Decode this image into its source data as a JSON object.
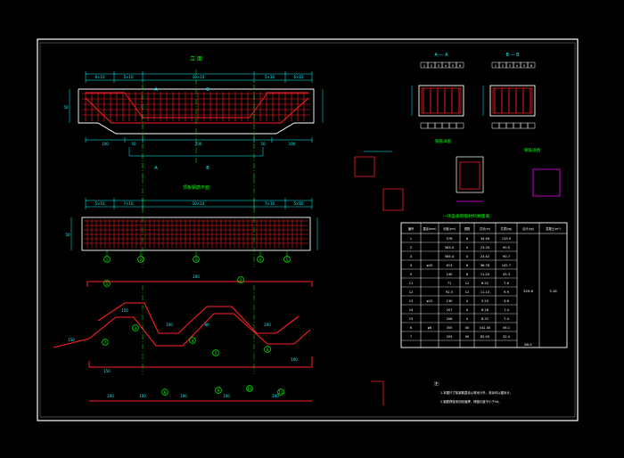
{
  "sheet": {
    "frame_color": "#ffffff",
    "line_colors": {
      "outline": "#ffffff",
      "rebar": "#ff2020",
      "dimension": "#00ffff",
      "centerline": "#00ff00",
      "label": "#00ff00",
      "magenta": "#ff00ff",
      "yellow": "#ffff00"
    }
  },
  "elevation": {
    "title": "立 面",
    "section_marks": [
      "A",
      "A",
      "B",
      "B"
    ],
    "top_dims": [
      "6×10",
      "5×10",
      "10×10",
      "5×10",
      "6×10"
    ],
    "bottom_dims": [
      "100",
      "50",
      "200",
      "50",
      "100"
    ]
  },
  "plan": {
    "title": "顶板钢筋平面",
    "top_dims": [
      "5×10",
      "7×10",
      "10×10",
      "7×10",
      "5×10"
    ],
    "side_dim": "50",
    "bubbles": [
      "1",
      "2",
      "3",
      "4",
      "5"
    ]
  },
  "bent_bar": {
    "bubble_labels": [
      "1",
      "2",
      "3",
      "4",
      "5",
      "6",
      "7"
    ],
    "dim_labels": [
      "200",
      "150",
      "100",
      "80",
      "150",
      "200",
      "150",
      "100"
    ]
  },
  "straight_bar": {
    "segments": [
      "200",
      "100",
      "200",
      "100",
      "200"
    ],
    "bubbles": [
      "8",
      "9",
      "10",
      "11"
    ]
  },
  "section_aa": {
    "title": "A — A",
    "grid_cells": [
      "1",
      "2",
      "3",
      "4",
      "5",
      "6"
    ]
  },
  "section_bb": {
    "title": "B — B",
    "grid_cells": [
      "1",
      "2",
      "3",
      "4",
      "5",
      "6"
    ]
  },
  "details": {
    "left_title": "钢筋详图",
    "right_title": "钢筋详图"
  },
  "table": {
    "title": "一块盖板钢筋材料数量表",
    "columns": [
      "编号",
      "直径(mm)",
      "长度(cm)",
      "根数",
      "共长(m)",
      "共重(kg)",
      "合计(kg)",
      "混凝土(m³)"
    ],
    "rows": [
      [
        "1",
        "",
        "576",
        "6",
        "34.56",
        "133.9"
      ],
      [
        "2",
        "",
        "583.4",
        "4",
        "23.34",
        "90.5"
      ],
      [
        "3",
        "",
        "585.4",
        "4",
        "23.42",
        "90.7"
      ],
      [
        "4",
        "φ20",
        "613",
        "6",
        "36.78",
        "142.7"
      ],
      [
        "5",
        "",
        "140",
        "8",
        "11.20",
        "43.3"
      ],
      [
        "11",
        "",
        "71",
        "12",
        "8.52",
        "7.6"
      ],
      [
        "12",
        "",
        "92.5",
        "12",
        "11.10",
        "9.9"
      ],
      [
        "13",
        "φ12",
        "130",
        "4",
        "5.20",
        "4.6"
      ],
      [
        "14",
        "",
        "207",
        "4",
        "8.28",
        "7.4"
      ],
      [
        "15",
        "",
        "208",
        "4",
        "8.32",
        "7.4"
      ],
      [
        "6",
        "φ8",
        "355",
        "40",
        "142.00",
        "56.1"
      ],
      [
        "7",
        "",
        "205",
        "40",
        "82.00",
        "32.4"
      ]
    ],
    "totals": [
      "529.8",
      "88.5"
    ],
    "concrete": "3.16"
  },
  "notes": {
    "heading": "注：",
    "lines": [
      "1.本图尺寸除钢筋直径以毫米计外，其余均以厘米计。",
      "2.钢筋焊接采用双面焊，焊缝长度不小于5d。"
    ]
  }
}
